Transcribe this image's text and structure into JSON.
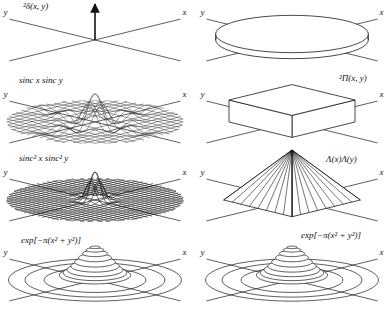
{
  "diagram": {
    "labels": [
      "²δ(x, y)",
      "y",
      "x",
      "y",
      "x",
      "sinc x sinc y",
      "y",
      "x",
      "²Π(x, y)",
      "y",
      "x",
      "sinc² x sinc² y",
      "y",
      "x",
      "Λ(x)Λ(y)",
      "y",
      "x",
      "exp[−π(x² + y²)]",
      "y",
      "x",
      "exp[−π(x² + y²)]",
      "y",
      "x"
    ]
  }
}
